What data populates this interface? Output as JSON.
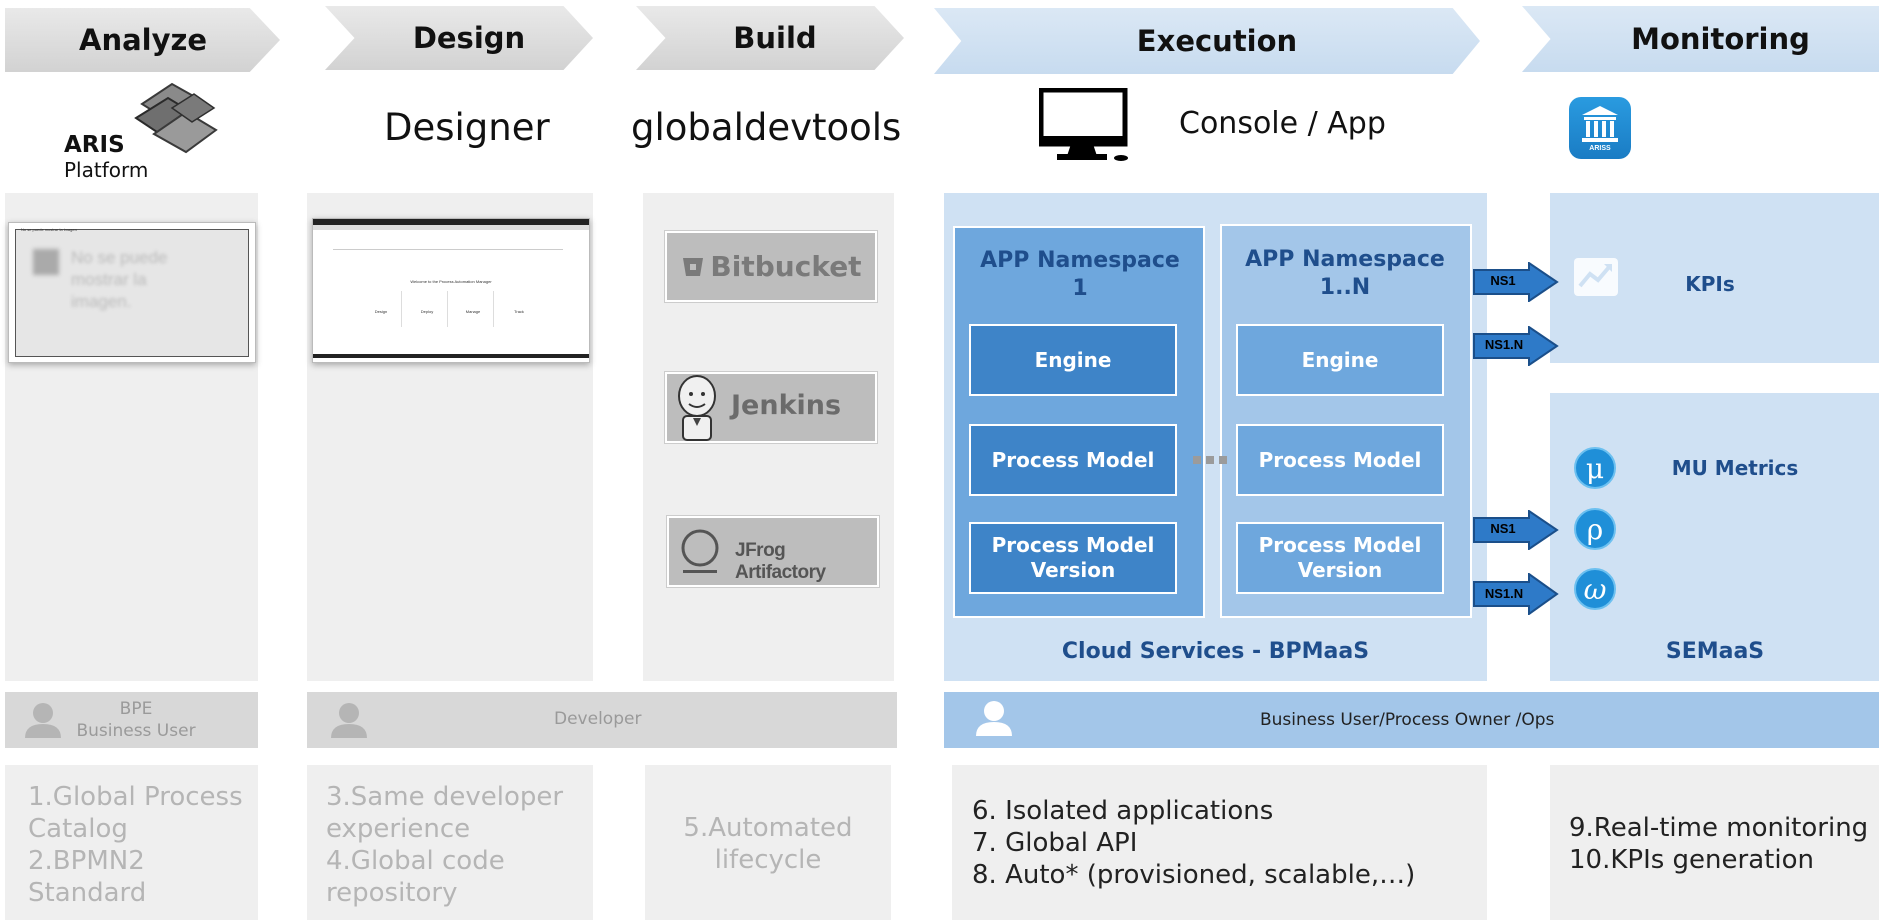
{
  "phases": {
    "analyze": "Analyze",
    "design": "Design",
    "build": "Build",
    "execution": "Execution",
    "monitoring": "Monitoring"
  },
  "tools": {
    "aris_line1": "ARIS",
    "aris_line2": "Platform",
    "designer": "Designer",
    "globaldevtools": "globaldevtools",
    "console": "Console / App",
    "ariss_badge": "ARISS"
  },
  "analyze_screenshot": {
    "title": "No se puede mostrar la imagen",
    "text": "No se puede mostrar la imagen."
  },
  "designer_screenshot": {
    "welcome": "Welcome to the Process Automation Manager",
    "cards": [
      "Design",
      "Deploy",
      "Manage",
      "Track"
    ]
  },
  "build_tools": {
    "bitbucket": "Bitbucket",
    "jenkins": "Jenkins",
    "jfrog": "JFrog Artifactory"
  },
  "execution": {
    "ns1_title": "APP Namespace 1",
    "nsn_title": "APP Namespace 1..N",
    "engine": "Engine",
    "process_model": "Process Model",
    "process_model_version": "Process Model Version",
    "footer": "Cloud Services - BPMaaS"
  },
  "arrows": {
    "top_ns1": "NS1",
    "top_ns1n": "NS1.N",
    "bottom_ns1": "NS1",
    "bottom_ns1n": "NS1.N"
  },
  "monitoring": {
    "kpis": "KPIs",
    "mu_metrics": "MU Metrics",
    "footer": "SEMaaS",
    "symbols": [
      "μ",
      "ρ",
      "ω"
    ]
  },
  "roles": {
    "bpe_line1": "BPE",
    "bpe_line2": "Business User",
    "developer": "Developer",
    "ops": "Business User/Process Owner /Ops"
  },
  "descriptions": {
    "analyze": [
      "1.Global Process",
      "Catalog",
      "2.BPMN2",
      "Standard"
    ],
    "design": [
      "3.Same developer",
      "experience",
      "4.Global code",
      "repository"
    ],
    "build": [
      "5.Automated",
      "lifecycle"
    ],
    "execution": [
      "6. Isolated applications",
      "7. Global API",
      "8. Auto* (provisioned, scalable,…)"
    ],
    "monitoring": [
      "9.Real-time monitoring",
      "10.KPIs generation"
    ]
  },
  "colors": {
    "grey_panel": "#efefef",
    "light_blue": "#cfe1f3",
    "mid_blue": "#a3c6e9",
    "box_dark": "#3e84c8",
    "box_light": "#6ea7dd",
    "arrow_blue": "#2e7ac8",
    "title_blue": "#1f4e8c"
  }
}
